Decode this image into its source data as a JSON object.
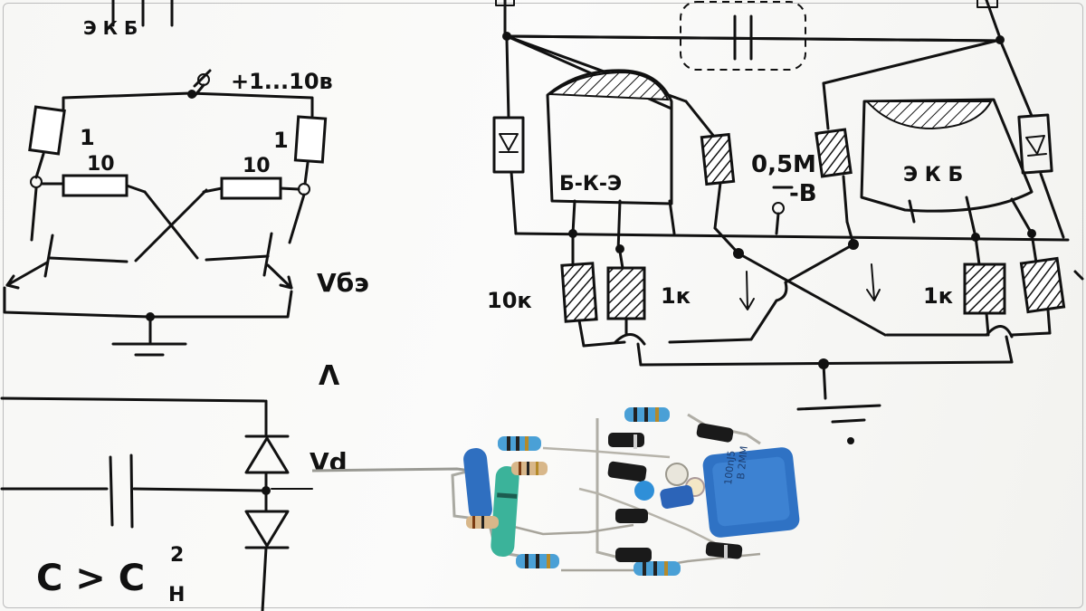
{
  "labels": {
    "pins_top_left": "Э К Б",
    "supply": "+1...10в",
    "r_left_upper": "1",
    "r_left_lower": "10",
    "r_right_lower": "10",
    "r_right_upper": "1",
    "vbe": "Vбэ",
    "lambda": "Λ",
    "vd": "Vd",
    "condition_c": "C > C",
    "condition_sup": "2",
    "condition_sub": "H",
    "pins_left_transistor": "Б-К-Э",
    "r_mid": "0,5М",
    "b_terminal": "-В",
    "pins_right_transistor": "Э К Б",
    "r_10k": "10к",
    "r_1k_left": "1к",
    "r_1k_right": "1к"
  },
  "colors": {
    "ink": "#111111",
    "paper": "#f8f8f6",
    "capacitor_blue": "#2f72c4",
    "resistor_blue": "#4aa0d6",
    "resistor_green": "#3bb39a",
    "resistor_beige": "#d8b78a",
    "diode_black": "#1a1a1a",
    "led_blue": "#2f8fd8"
  },
  "photo_objects": {
    "film_capacitor_marking": [
      "B 2MM",
      "100nJ5"
    ]
  }
}
